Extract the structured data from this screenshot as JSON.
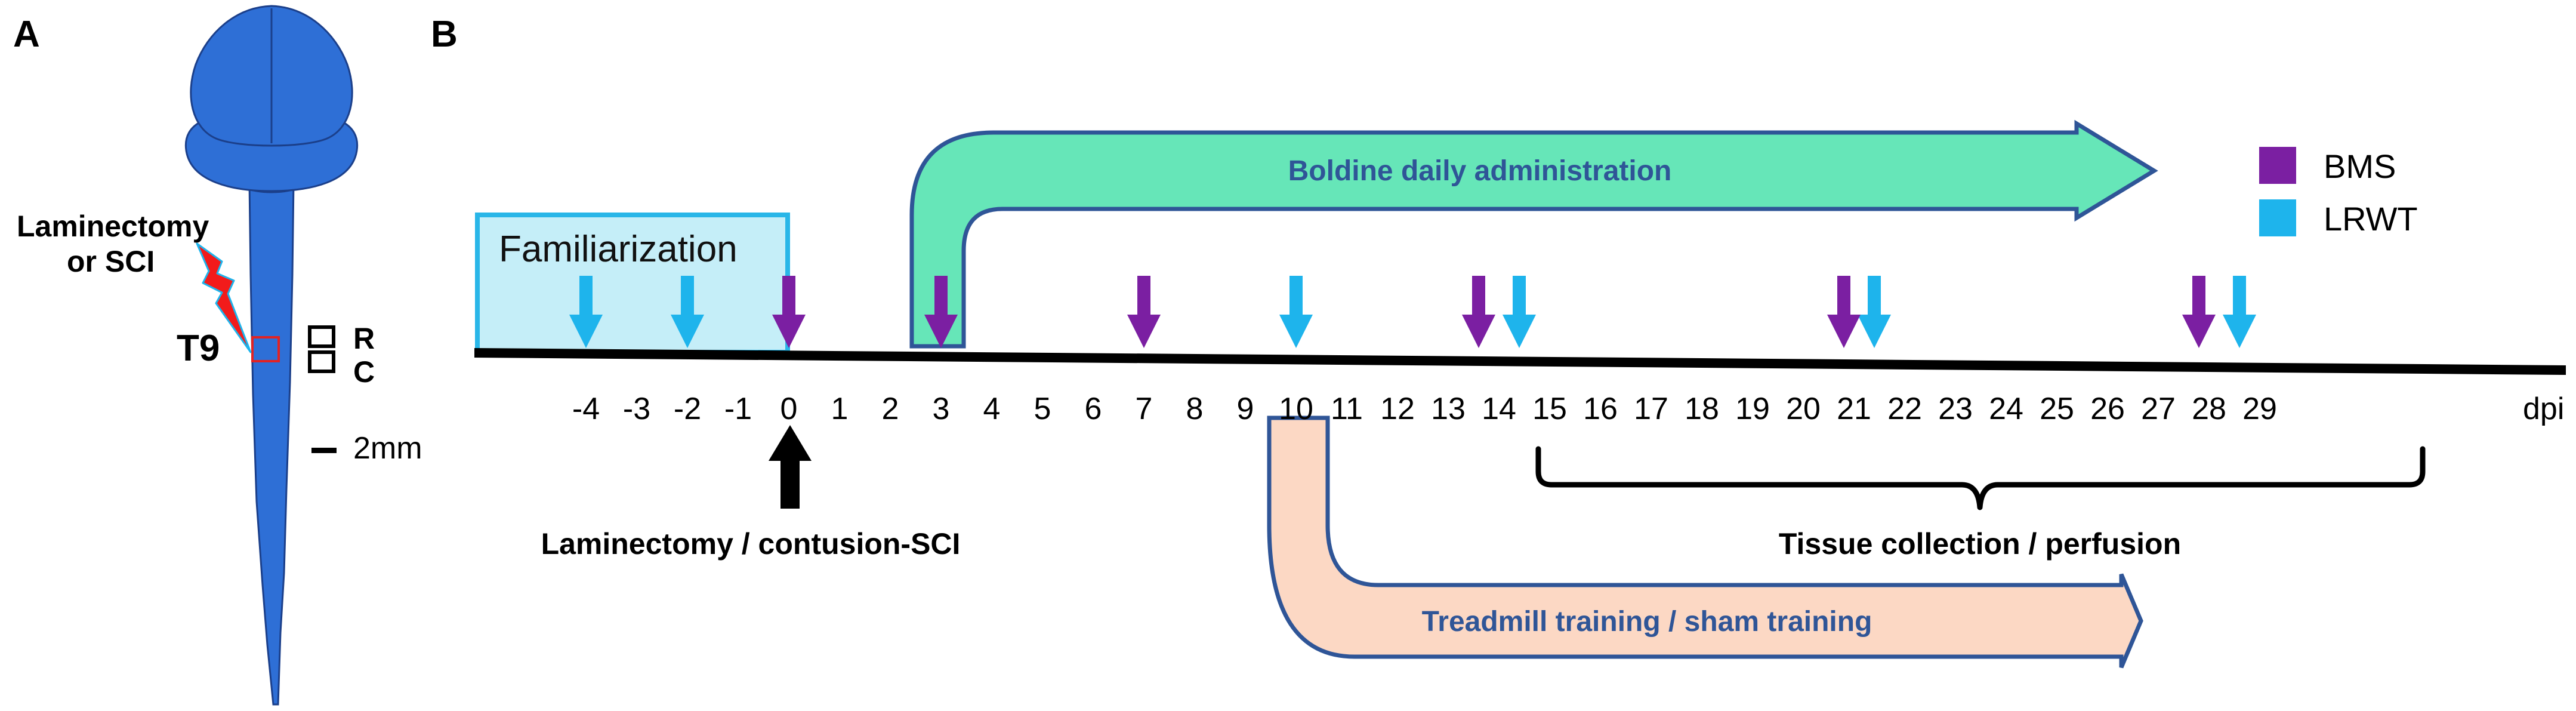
{
  "panels": {
    "a": "A",
    "b": "B"
  },
  "panel_a": {
    "injury_label_line1": "Laminectomy",
    "injury_label_line2": "or SCI",
    "level_label": "T9",
    "orient_rostral": "R",
    "orient_caudal": "C",
    "scale_label": "2mm"
  },
  "timeline": {
    "ticks": [
      "-4",
      "-3",
      "-2",
      "-1",
      "0",
      "1",
      "2",
      "3",
      "4",
      "5",
      "6",
      "7",
      "8",
      "9",
      "10",
      "11",
      "12",
      "13",
      "14",
      "15",
      "16",
      "17",
      "18",
      "19",
      "20",
      "21",
      "22",
      "23",
      "24",
      "25",
      "26",
      "27",
      "28",
      "29"
    ],
    "unit": "dpi",
    "familiarization": "Familiarization",
    "boldine": "Boldine daily administration",
    "treadmill": "Treadmill training / sham training",
    "injury_event": "Laminectomy / contusion-SCI",
    "tissue": "Tissue collection / perfusion",
    "bms_days": [
      0,
      3,
      7,
      13.6,
      20.8,
      27.8
    ],
    "lrwt_days": [
      -4,
      -2,
      10,
      14.4,
      21.4,
      28.6
    ]
  },
  "legend": {
    "bms_label": "BMS",
    "lrwt_label": "LRWT",
    "bms_color": "#7B1FA2",
    "lrwt_color": "#1EB4EC"
  },
  "colors": {
    "spine": "#2E6FD6",
    "familiarization_fill": "#C5EEF8",
    "familiarization_border": "#29B6E8",
    "boldine_fill": "#66E6B8",
    "treadmill_fill": "#FCD8C4",
    "banner_border": "#2F5597",
    "injury_bolt": "#F21B1B"
  }
}
